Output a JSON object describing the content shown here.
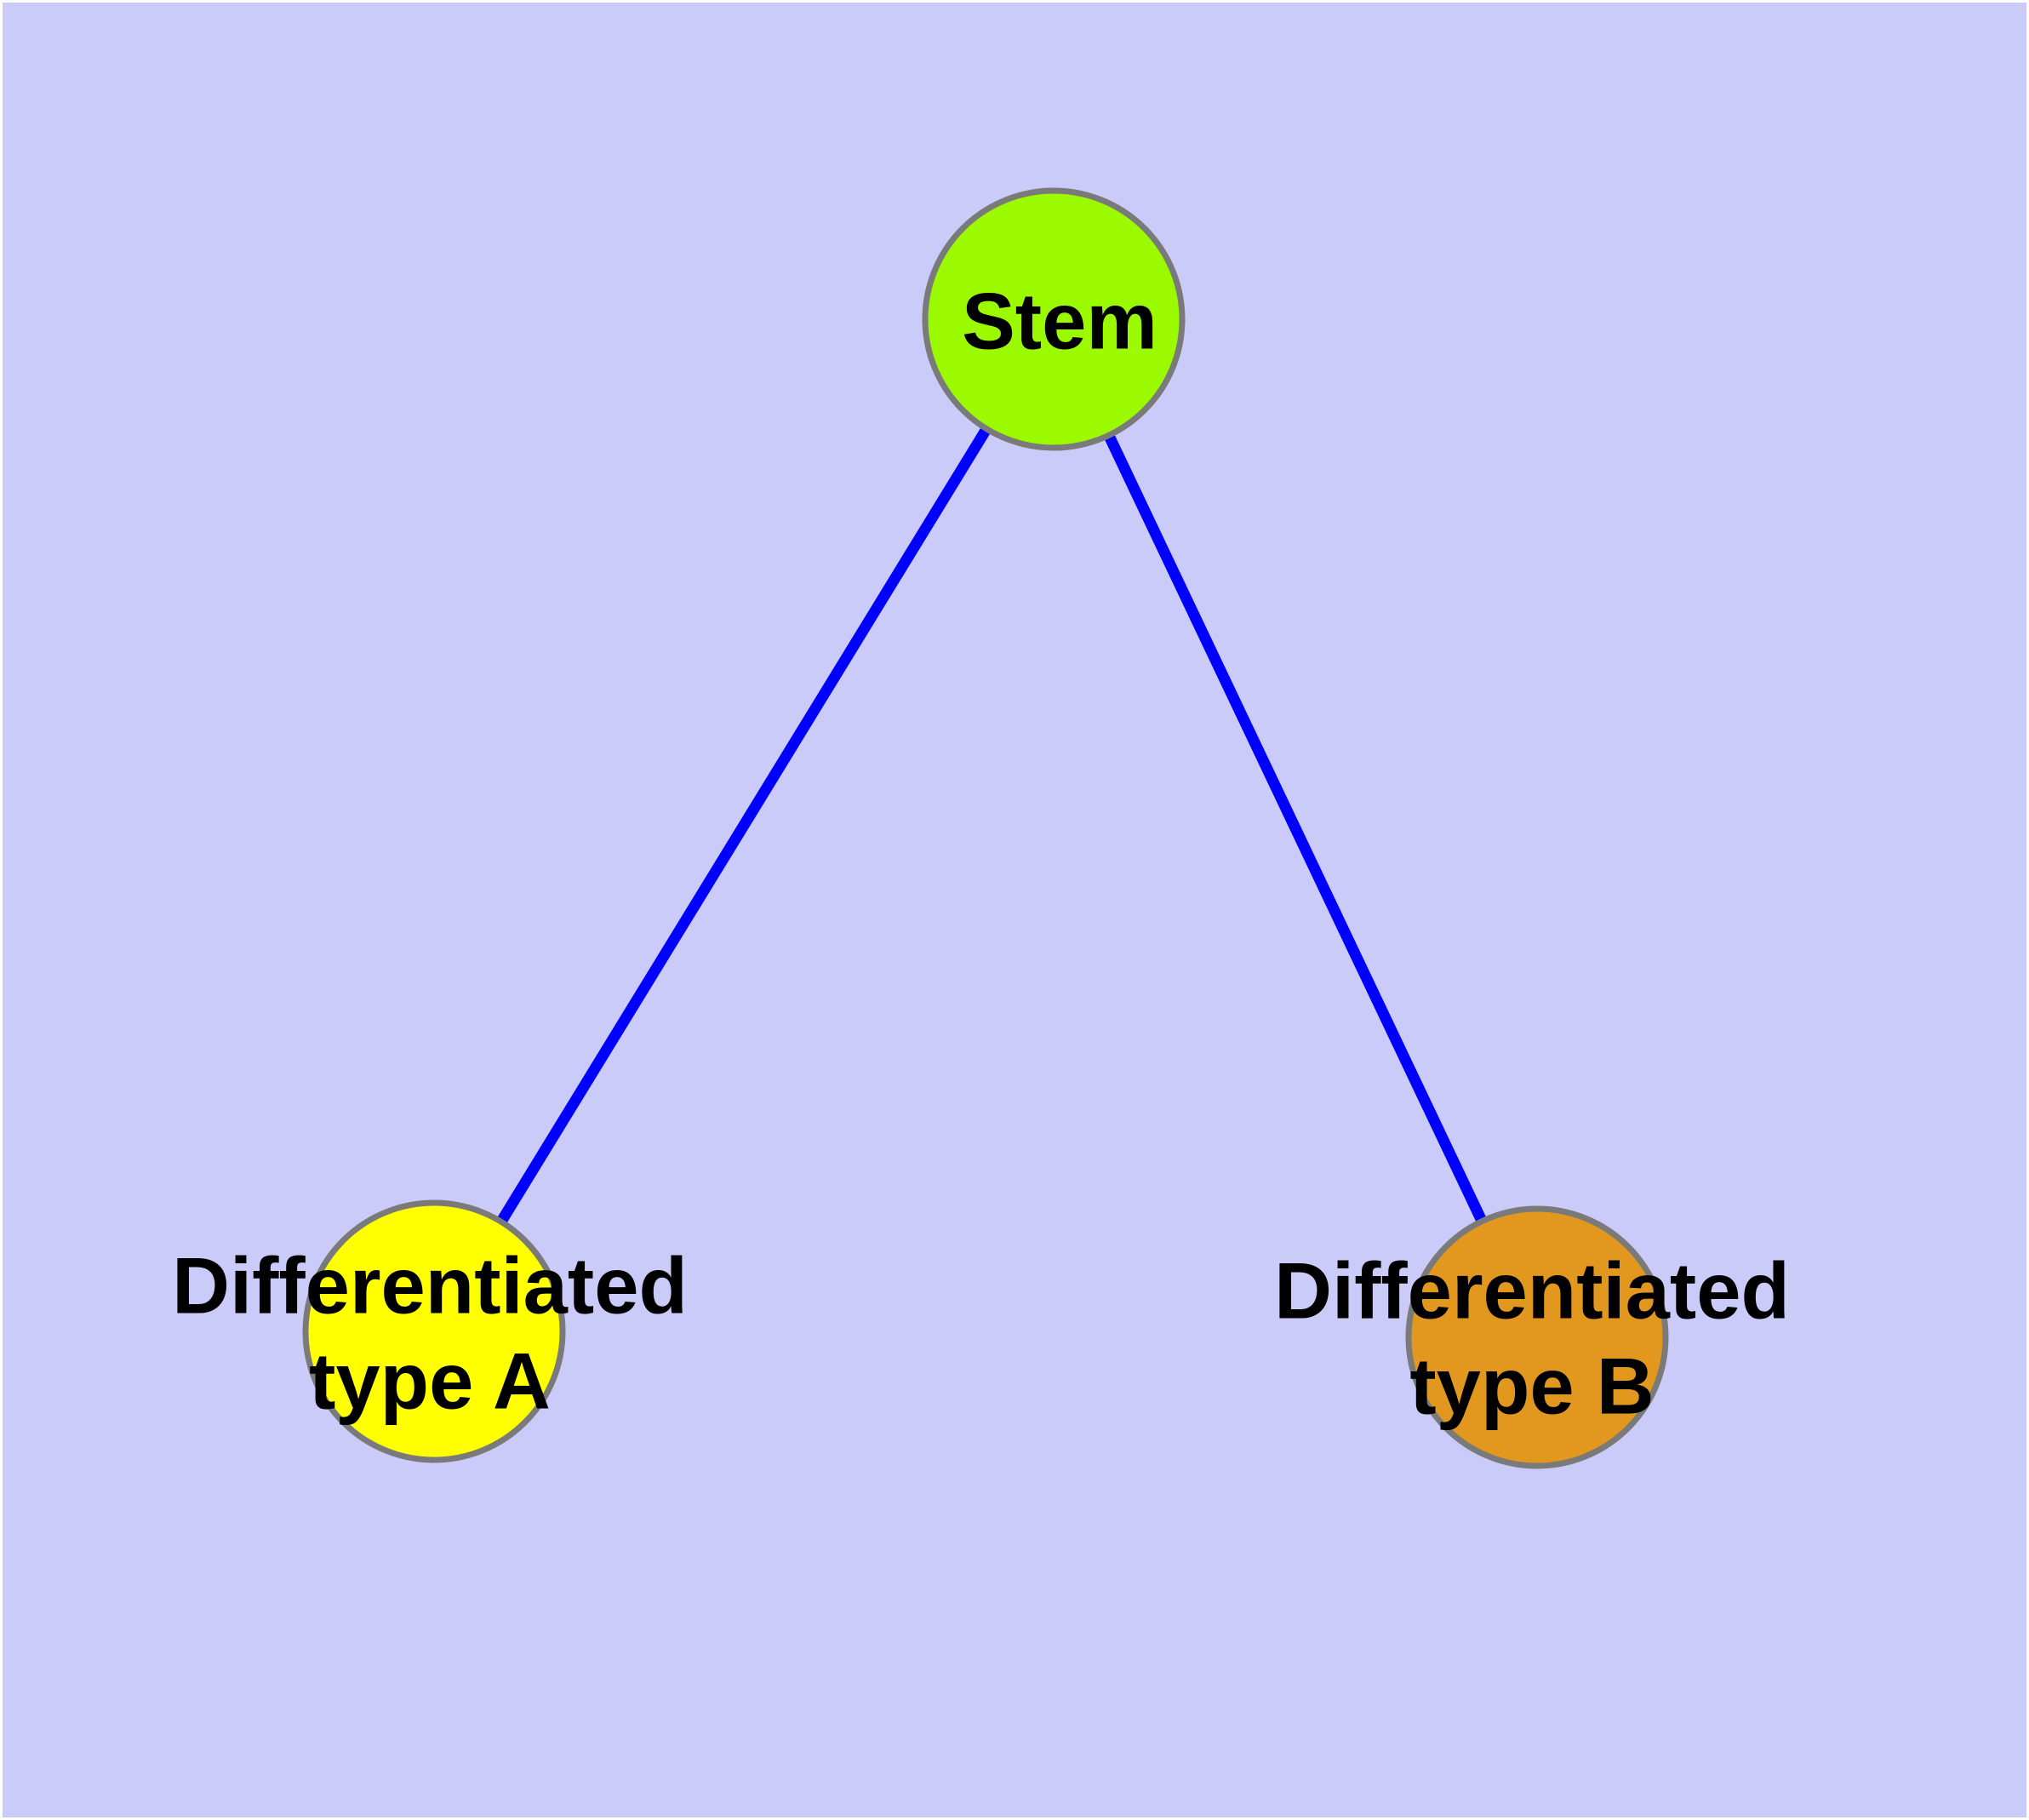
{
  "diagram": {
    "background_color": "#CBCBF9",
    "frame_color": "#FFFFFF",
    "edge_color": "#0000FF",
    "node_border_color": "#7A7A7A",
    "label_color": "#000000",
    "nodes": [
      {
        "id": "stem",
        "label": "Stem",
        "fill": "#9BFA00"
      },
      {
        "id": "differentiated-type-a",
        "label_line1": "Differentiated",
        "label_line2": "type A",
        "fill": "#FFFF00"
      },
      {
        "id": "differentiated-type-b",
        "label_line1": "Differentiated",
        "label_line2": "type B",
        "fill": "#E2981F"
      }
    ],
    "edges": [
      {
        "from": "Stem",
        "to": "Differentiated type A"
      },
      {
        "from": "Stem",
        "to": "Differentiated type B"
      }
    ]
  }
}
